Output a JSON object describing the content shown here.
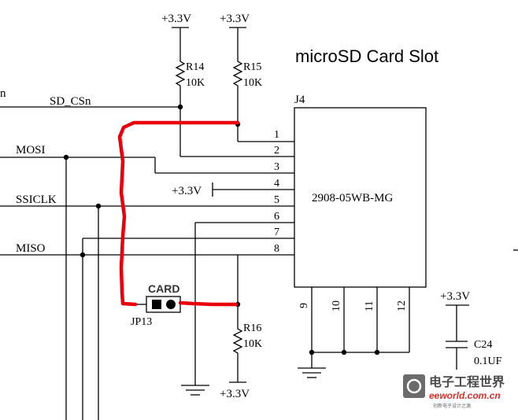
{
  "title": "microSD Card Slot",
  "nets": {
    "sd_csn": "SD_CSn",
    "mosi": "MOSI",
    "ssiclk": "SSICLK",
    "miso": "MISO",
    "left_edge": "n"
  },
  "power": {
    "v33_a": "+3.3V",
    "v33_b": "+3.3V",
    "v33_pin4": "+3.3V",
    "v33_r16": "+3.3V",
    "v33_c24": "+3.3V"
  },
  "resistors": {
    "r14": {
      "ref": "R14",
      "value": "10K"
    },
    "r15": {
      "ref": "R15",
      "value": "10K"
    },
    "r16": {
      "ref": "R16",
      "value": "10K"
    }
  },
  "connector": {
    "ref": "J4",
    "part": "2908-05WB-MG",
    "pins": [
      "1",
      "2",
      "3",
      "4",
      "5",
      "6",
      "7",
      "8"
    ],
    "bottom_pins": [
      "9",
      "10",
      "11",
      "12"
    ]
  },
  "jumper": {
    "ref": "JP13",
    "label": "CARD"
  },
  "capacitor": {
    "ref": "C24",
    "value": "0.1UF"
  },
  "watermark": {
    "name": "电子工程世界",
    "site": "eeworld.com.cn",
    "tag": "创新电子设计之源"
  },
  "colors": {
    "highlight": "#e8000b",
    "wire": "#000000"
  }
}
